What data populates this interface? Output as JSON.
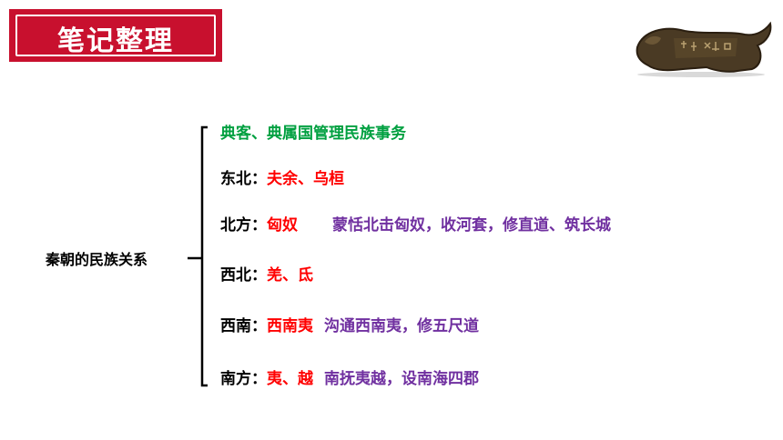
{
  "header": {
    "title": "笔记整理",
    "badge_color": "#c8102e",
    "image_icon": "bronze-tiger-tally-icon"
  },
  "diagram": {
    "root": "秦朝的民族关系",
    "rows": [
      {
        "lead": "典客、典属国管理民族事务"
      },
      {
        "region": "东北：",
        "peoples": "夫余、乌桓",
        "policy": ""
      },
      {
        "region": "北方：",
        "peoples": "匈奴",
        "policy": "蒙恬北击匈奴，收河套，修直道、筑长城"
      },
      {
        "region": "西北：",
        "peoples": "羌、氐",
        "policy": ""
      },
      {
        "region": "西南：",
        "peoples": "西南夷",
        "policy": "沟通西南夷，修五尺道"
      },
      {
        "region": "南方：",
        "peoples": "夷、越",
        "policy": "南抚夷越，设南海四郡"
      }
    ],
    "colors": {
      "lead": "#00a040",
      "region": "#000000",
      "peoples": "#ff0000",
      "policy": "#7030a0"
    }
  }
}
